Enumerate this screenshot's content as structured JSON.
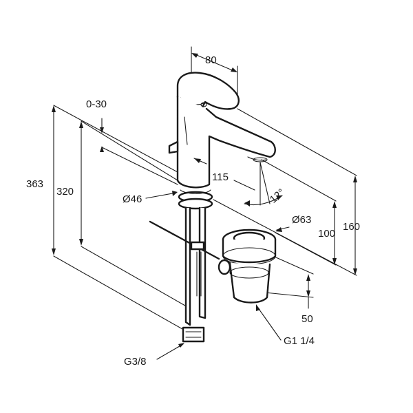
{
  "dimensions": {
    "width_top": "80",
    "range_0_30": "0-30",
    "height_363": "363",
    "height_320": "320",
    "reach_115": "115",
    "angle_12": "12°",
    "dia_46": "Ø46",
    "dia_63": "Ø63",
    "height_100": "100",
    "height_160": "160",
    "depth_50": "50",
    "thread_g114": "G1 1/4",
    "thread_g38": "G3/8"
  }
}
